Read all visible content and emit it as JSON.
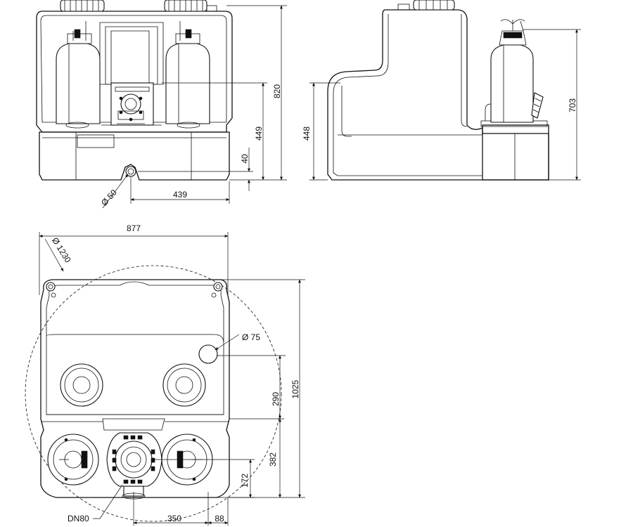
{
  "dimensions": {
    "height_total": "820",
    "height_inlet": "449",
    "height_outlet": "40",
    "outlet_dia": "Ø 50",
    "width_outlet": "439",
    "side_height_inlet": "448",
    "side_height_total": "703",
    "width_total": "877",
    "swing_circle": "Ø 1230",
    "vent_dia": "Ø 75",
    "depth_total": "1025",
    "depth_motor": "290",
    "depth_outlet": "382",
    "depth_pipe": "172",
    "dn_label": "DN80",
    "width_pipe": "350",
    "width_edge": "88"
  }
}
